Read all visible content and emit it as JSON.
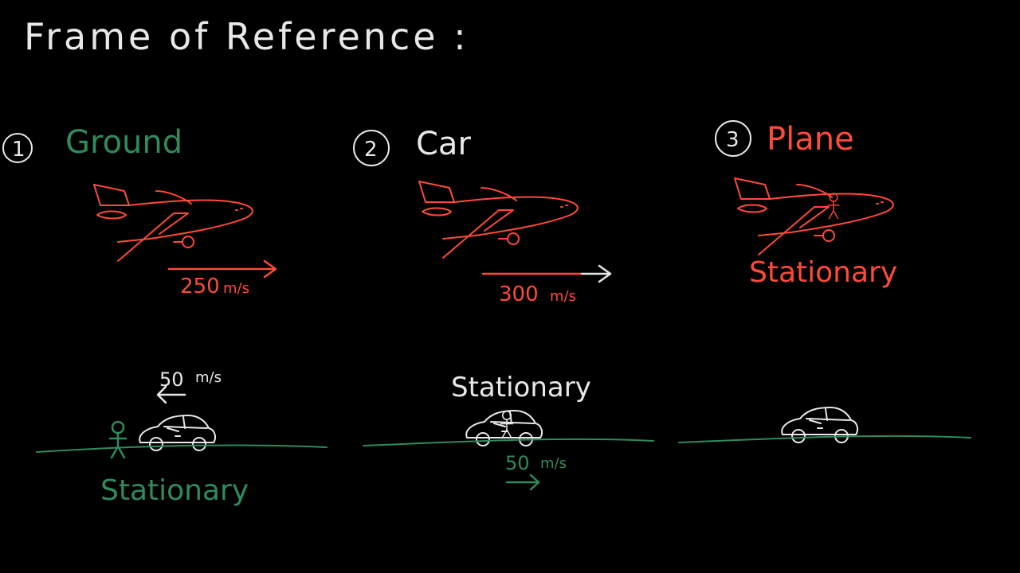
{
  "title": "Frame of Reference :",
  "colors": {
    "background": "#000000",
    "white": "#e8e8e8",
    "green": "#2f8a5c",
    "red": "#ff4a3a"
  },
  "frames": [
    {
      "number": "1",
      "label": "Ground",
      "label_color": "#2f8a5c",
      "plane_speed": "250",
      "plane_speed_unit": "m/s",
      "car_speed": "50",
      "car_speed_unit": "m/s",
      "ground_status": "Stationary",
      "icons": [
        "plane-icon",
        "right-arrow-icon",
        "car-icon",
        "stick-figure-icon",
        "left-arrow-icon",
        "ground-line"
      ]
    },
    {
      "number": "2",
      "label": "Car",
      "label_color": "#e8e8e8",
      "plane_speed": "300",
      "plane_speed_unit": "m/s",
      "car_status": "Stationary",
      "ground_speed": "50",
      "ground_speed_unit": "m/s",
      "icons": [
        "plane-icon",
        "right-arrow-icon",
        "car-icon",
        "stick-figure-icon",
        "right-arrow-icon",
        "ground-line"
      ]
    },
    {
      "number": "3",
      "label": "Plane",
      "label_color": "#ff4a3a",
      "plane_status": "Stationary",
      "icons": [
        "plane-icon",
        "stick-figure-icon",
        "car-icon",
        "ground-line"
      ]
    }
  ]
}
